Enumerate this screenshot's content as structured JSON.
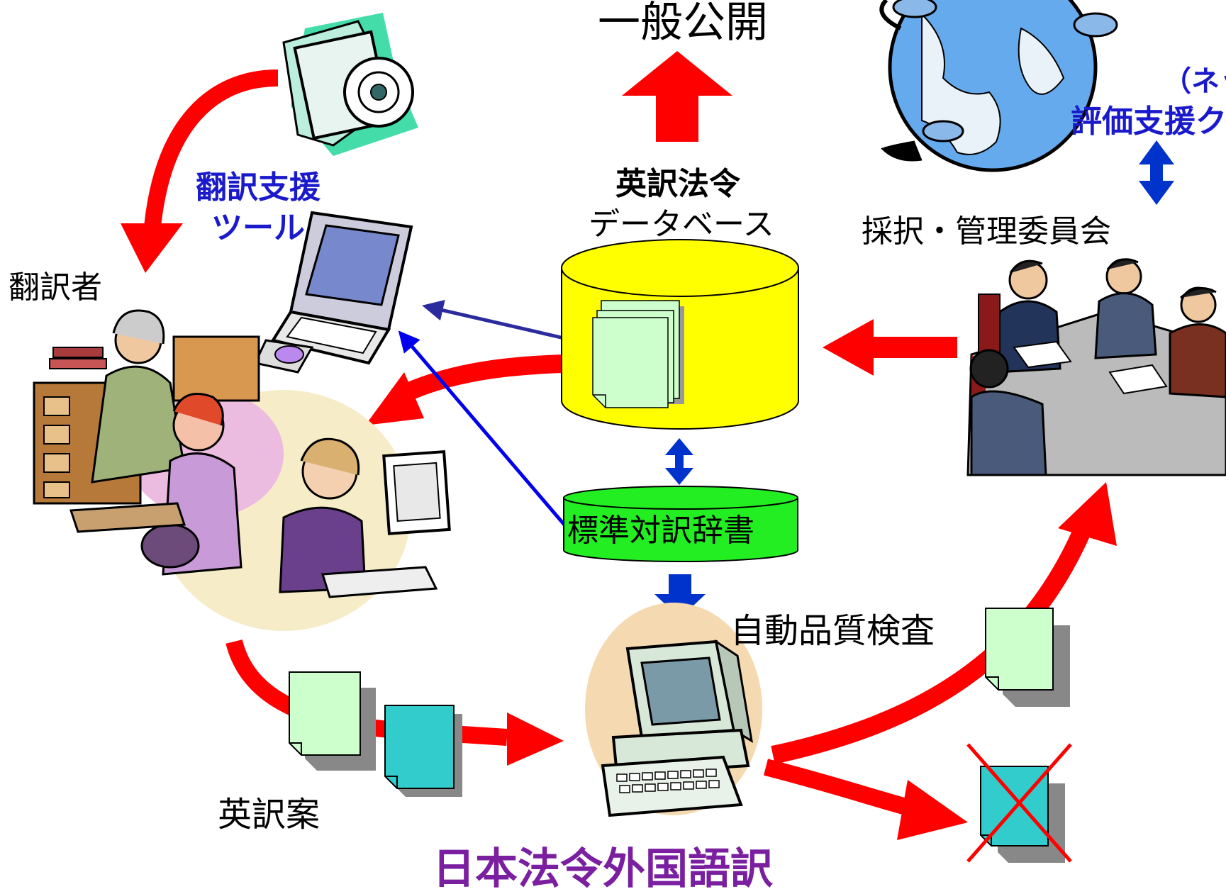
{
  "labels": {
    "public": "一般公開",
    "database_line1": "英訳法令",
    "database_line2": "データベース",
    "dictionary": "標準対訳辞書",
    "translation_tool_line1": "翻訳支援",
    "translation_tool_line2": "ツール",
    "translators": "翻訳者",
    "committee": "採択・管理委員会",
    "network_partial_line1": "（ネッ",
    "network_partial_line2": "評価支援ク",
    "quality_check": "自動品質検査",
    "draft": "英訳案",
    "bottom_partial": "日本法令外国語訳"
  },
  "colors": {
    "flow_arrow": "#ff0000",
    "tool_arrow": "#2b2b9e",
    "dict_arrow": "#0000ee",
    "sync_arrow": "#0033cc",
    "database_fill": "#ffff00",
    "dictionary_fill": "#22ee22",
    "doc_accepted": "#ccffcc",
    "doc_draft": "#33cccc",
    "label_blue": "#1a1acc"
  },
  "icons": [
    "cd-icon",
    "laptop-icon",
    "translators-clipart",
    "computer-icon",
    "globe-icon",
    "meeting-clipart",
    "document-icon",
    "rejected-document-icon"
  ]
}
